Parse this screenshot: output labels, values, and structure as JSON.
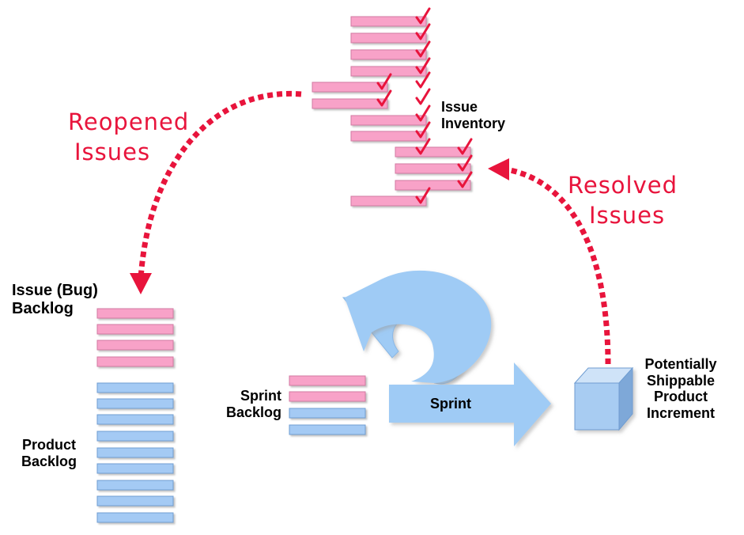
{
  "colors": {
    "issue_bar": "#f8a2c8",
    "issue_bar_stroke": "#d27aa2",
    "product_bar": "#a4caf4",
    "product_bar_stroke": "#6f9dd2",
    "check": "#e8143c",
    "dotted_arrow": "#e8143c",
    "sprint_arrow": "#9fcbf5",
    "cube_front": "#a8ccf2",
    "cube_top": "#cfe3f8",
    "cube_side": "#7ea8d8"
  },
  "labels": {
    "issue_inventory": [
      "Issue",
      "Inventory"
    ],
    "reopened_issues": [
      "Reopened",
      "Issues"
    ],
    "resolved_issues": [
      "Resolved",
      "Issues"
    ],
    "issue_bug_backlog": [
      "Issue (Bug)",
      "Backlog"
    ],
    "product_backlog": [
      "Product",
      "Backlog"
    ],
    "sprint_backlog": [
      "Sprint",
      "Backlog"
    ],
    "sprint": "Sprint",
    "increment": [
      "Potentially",
      "Shippable",
      "Product",
      "Increment"
    ]
  },
  "icons": {
    "check": "check-mark-icon",
    "cycle": "circular-arrow-icon",
    "increment": "cube-icon"
  }
}
